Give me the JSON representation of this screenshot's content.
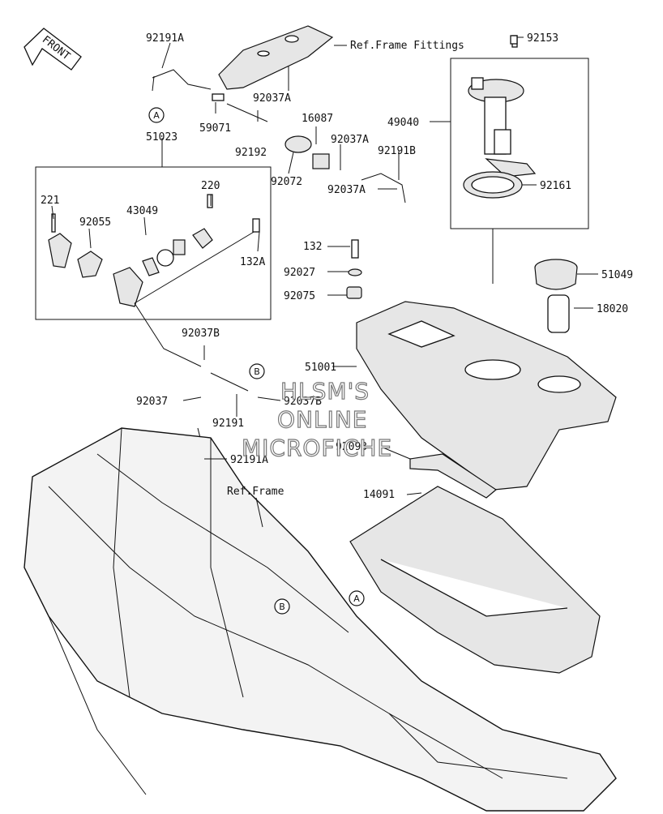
{
  "front_badge": "FRONT",
  "watermark": [
    "HLSM'S",
    "ONLINE",
    "MICROFICHE"
  ],
  "callouts": [
    "A",
    "B",
    "B",
    "A"
  ],
  "labels": {
    "p92191A_top": "92191A",
    "ref_frame_fittings": "Ref.Frame Fittings",
    "p92153": "92153",
    "p92037A_1": "92037A",
    "p59071": "59071",
    "p16087": "16087",
    "p92037A_2": "92037A",
    "p92192": "92192",
    "p92191B": "92191B",
    "p92072": "92072",
    "p49040": "49040",
    "p51023": "51023",
    "p220": "220",
    "p221": "221",
    "p92037A_3": "92037A",
    "p92161": "92161",
    "p43049": "43049",
    "p92055": "92055",
    "p132A": "132A",
    "p132": "132",
    "p92027": "92027",
    "p51049": "51049",
    "p92075": "92075",
    "p18020": "18020",
    "p92037B_1": "92037B",
    "p51001": "51001",
    "p92037": "92037",
    "p92037B_2": "92037B",
    "p92191": "92191",
    "p92093": "92093",
    "p92191A_bottom": "92191A",
    "ref_frame": "Ref.Frame",
    "p14091": "14091"
  }
}
